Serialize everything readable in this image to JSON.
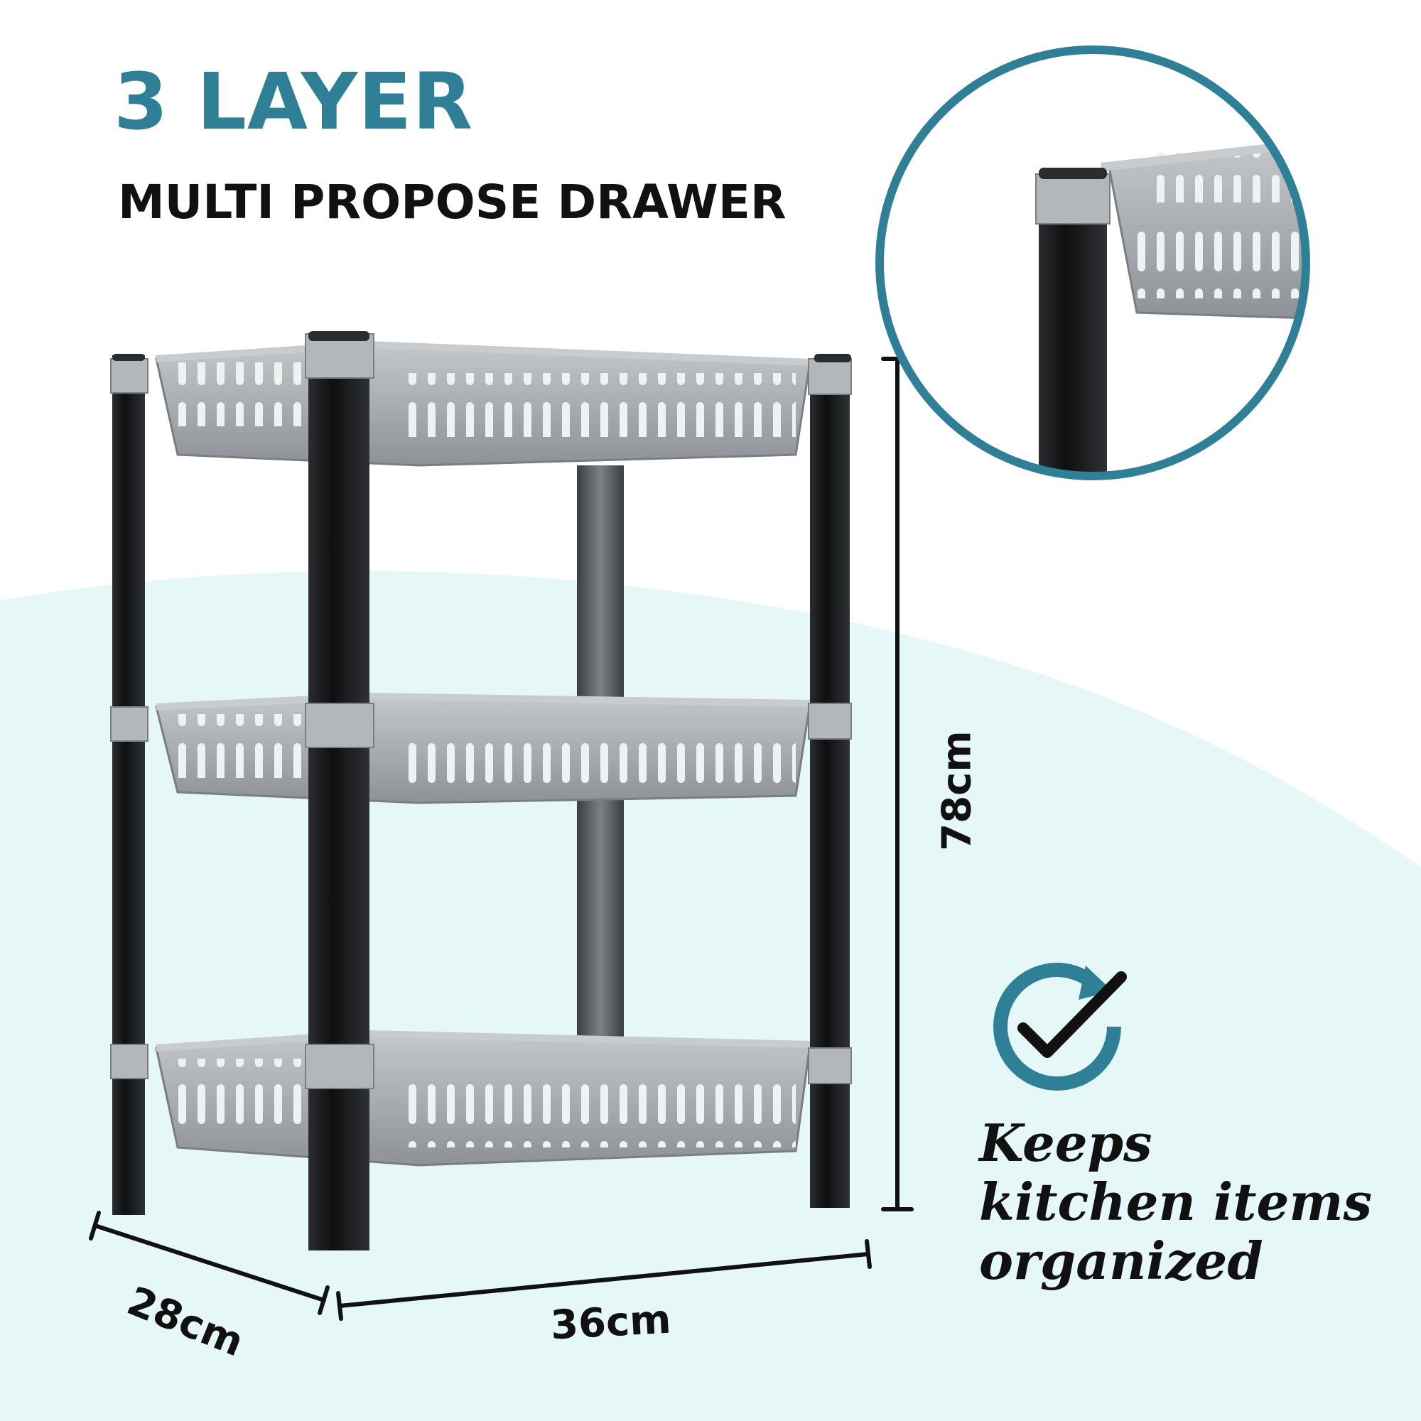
{
  "heading": {
    "title": "3 LAYER",
    "subtitle": "MULTI PROPOSE DRAWER"
  },
  "dimensions": {
    "height": "78cm",
    "width": "36cm",
    "depth": "28cm"
  },
  "feature": {
    "lines": [
      "Keeps",
      "kitchen items",
      "organized"
    ]
  },
  "colors": {
    "accent": "#2f7f97",
    "text": "#111111",
    "background_wave": "#e6f7f7",
    "rack_leg": "#141618",
    "rack_basket": "#a2a5a8"
  },
  "icons": {
    "badge": "refresh-check-icon",
    "zoom": "zoom-detail-circle"
  }
}
